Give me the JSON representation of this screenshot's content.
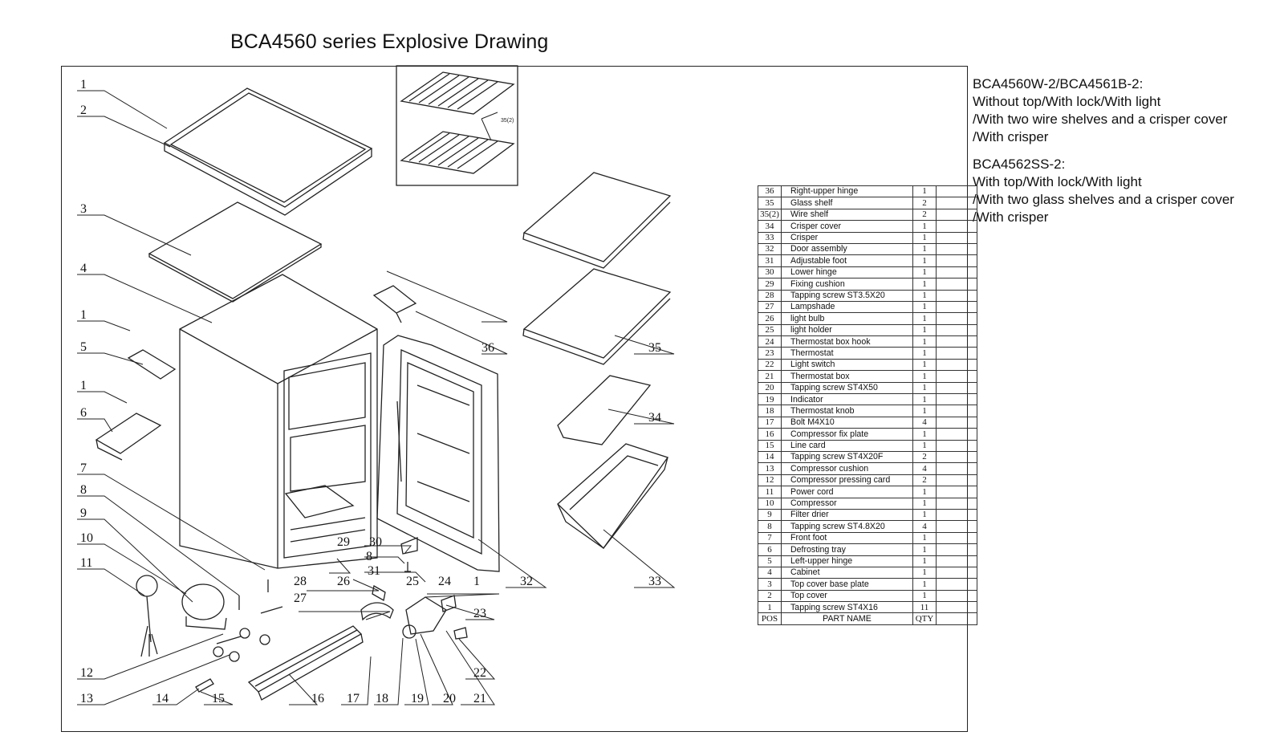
{
  "title": "BCA4560 series Explosive Drawing",
  "notes": [
    {
      "lines": [
        "BCA4560W-2/BCA4561B-2:",
        "Without top/With lock/With light",
        "/With two wire shelves and a crisper cover",
        "/With crisper"
      ]
    },
    {
      "lines": [
        "BCA4562SS-2:",
        "With top/With lock/With light",
        "/With two glass shelves and a crisper cover",
        "/With crisper"
      ]
    }
  ],
  "inset_label": "35(2)",
  "parts": [
    {
      "pos": "36",
      "name": "Right-upper hinge",
      "qty": "1"
    },
    {
      "pos": "35",
      "name": "Glass shelf",
      "qty": "2"
    },
    {
      "pos": "35(2)",
      "name": "Wire shelf",
      "qty": "2"
    },
    {
      "pos": "34",
      "name": "Crisper cover",
      "qty": "1"
    },
    {
      "pos": "33",
      "name": "Crisper",
      "qty": "1"
    },
    {
      "pos": "32",
      "name": "Door assembly",
      "qty": "1"
    },
    {
      "pos": "31",
      "name": "Adjustable foot",
      "qty": "1"
    },
    {
      "pos": "30",
      "name": "Lower hinge",
      "qty": "1"
    },
    {
      "pos": "29",
      "name": "Fixing cushion",
      "qty": "1"
    },
    {
      "pos": "28",
      "name": "Tapping screw ST3.5X20",
      "qty": "1"
    },
    {
      "pos": "27",
      "name": "Lampshade",
      "qty": "1"
    },
    {
      "pos": "26",
      "name": "light bulb",
      "qty": "1"
    },
    {
      "pos": "25",
      "name": "light holder",
      "qty": "1"
    },
    {
      "pos": "24",
      "name": "Thermostat box hook",
      "qty": "1"
    },
    {
      "pos": "23",
      "name": "Thermostat",
      "qty": "1"
    },
    {
      "pos": "22",
      "name": "Light switch",
      "qty": "1"
    },
    {
      "pos": "21",
      "name": "Thermostat box",
      "qty": "1"
    },
    {
      "pos": "20",
      "name": "Tapping screw ST4X50",
      "qty": "1"
    },
    {
      "pos": "19",
      "name": "Indicator",
      "qty": "1"
    },
    {
      "pos": "18",
      "name": "Thermostat knob",
      "qty": "1"
    },
    {
      "pos": "17",
      "name": "Bolt M4X10",
      "qty": "4"
    },
    {
      "pos": "16",
      "name": "Compressor fix plate",
      "qty": "1"
    },
    {
      "pos": "15",
      "name": "Line card",
      "qty": "1"
    },
    {
      "pos": "14",
      "name": "Tapping screw ST4X20F",
      "qty": "2"
    },
    {
      "pos": "13",
      "name": "Compressor cushion",
      "qty": "4"
    },
    {
      "pos": "12",
      "name": "Compressor pressing card",
      "qty": "2"
    },
    {
      "pos": "11",
      "name": "Power cord",
      "qty": "1"
    },
    {
      "pos": "10",
      "name": "Compressor",
      "qty": "1"
    },
    {
      "pos": "9",
      "name": "Filter drier",
      "qty": "1"
    },
    {
      "pos": "8",
      "name": "Tapping screw ST4.8X20",
      "qty": "4"
    },
    {
      "pos": "7",
      "name": "Front foot",
      "qty": "1"
    },
    {
      "pos": "6",
      "name": "Defrosting tray",
      "qty": "1"
    },
    {
      "pos": "5",
      "name": "Left-upper hinge",
      "qty": "1"
    },
    {
      "pos": "4",
      "name": "Cabinet",
      "qty": "1"
    },
    {
      "pos": "3",
      "name": "Top cover base plate",
      "qty": "1"
    },
    {
      "pos": "2",
      "name": "Top cover",
      "qty": "1"
    },
    {
      "pos": "1",
      "name": "Tapping screw ST4X16",
      "qty": "11"
    }
  ],
  "table_header": {
    "pos": "POS",
    "name": "PART NAME",
    "qty": "QTY"
  },
  "callouts": [
    "1",
    "2",
    "3",
    "4",
    "1",
    "5",
    "1",
    "6",
    "7",
    "8",
    "9",
    "10",
    "11",
    "12",
    "13",
    "14",
    "15",
    "16",
    "17",
    "18",
    "19",
    "20",
    "21",
    "22",
    "23",
    "24",
    "25",
    "26",
    "27",
    "28",
    "29",
    "30",
    "8",
    "31",
    "1",
    "36",
    "35",
    "34",
    "32",
    "33"
  ]
}
